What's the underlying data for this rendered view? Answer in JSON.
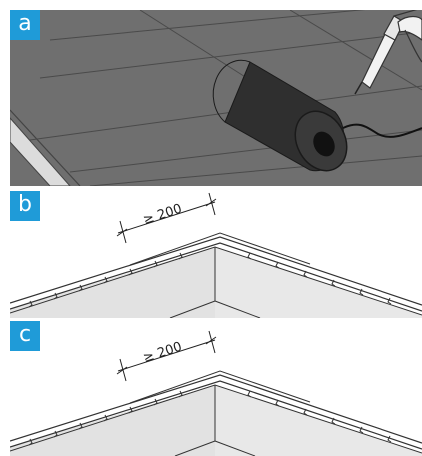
{
  "panels": [
    {
      "label": "a"
    },
    {
      "label": "b",
      "dimension": "≥ 200"
    },
    {
      "label": "c",
      "dimension": "≥ 200"
    }
  ],
  "colors": {
    "badge": "#1f9bd8",
    "membrane": "#6f6f6f",
    "membrane_dark": "#5a5a5a",
    "roll": "#2f2f2f",
    "wall": "#e2e2e2",
    "line": "#333333"
  }
}
